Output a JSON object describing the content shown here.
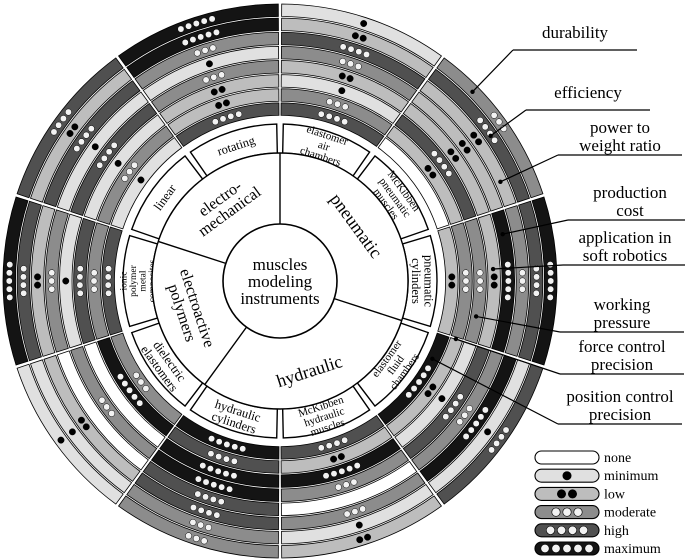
{
  "center_text": [
    "muscles",
    "modeling",
    "instruments"
  ],
  "groups": [
    {
      "id": "pneumatic",
      "label": [
        "pneumatic"
      ]
    },
    {
      "id": "hydraulic",
      "label": [
        "hydraulic"
      ]
    },
    {
      "id": "electroactive",
      "label": [
        "electroactive",
        "polymers"
      ]
    },
    {
      "id": "electromechanical",
      "label": [
        "electro-",
        "mechanical"
      ]
    }
  ],
  "instruments": [
    {
      "group": "pneumatic",
      "label": [
        "elastomer",
        "air",
        "chambers"
      ]
    },
    {
      "group": "pneumatic",
      "label": [
        "McKibben",
        "pneumatic",
        "muscles"
      ]
    },
    {
      "group": "pneumatic",
      "label": [
        "pneumatic",
        "cylinders"
      ]
    },
    {
      "group": "hydraulic",
      "label": [
        "elastomer",
        "fluid",
        "chambers"
      ]
    },
    {
      "group": "hydraulic",
      "label": [
        "McKibben",
        "hydraulic",
        "muscles"
      ]
    },
    {
      "group": "hydraulic",
      "label": [
        "hydraulic",
        "cylinders"
      ]
    },
    {
      "group": "electroactive",
      "label": [
        "dielectric",
        "elastomers"
      ]
    },
    {
      "group": "electroactive",
      "label": [
        "ionic",
        "polymer",
        "metal",
        "composites"
      ]
    },
    {
      "group": "electromechanical",
      "label": [
        "linear"
      ]
    },
    {
      "group": "electromechanical",
      "label": [
        "rotating"
      ]
    }
  ],
  "criteria": [
    {
      "label": [
        "durability"
      ]
    },
    {
      "label": [
        "efficiency"
      ]
    },
    {
      "label": [
        "power to",
        "weight ratio"
      ]
    },
    {
      "label": [
        "production",
        "cost"
      ]
    },
    {
      "label": [
        "application in",
        "soft robotics"
      ]
    },
    {
      "label": [
        "working",
        "pressure"
      ]
    },
    {
      "label": [
        "force control",
        "precision"
      ]
    },
    {
      "label": [
        "position control",
        "precision"
      ]
    }
  ],
  "levels": [
    {
      "label": "none",
      "dots": 0
    },
    {
      "label": "minimum",
      "dots": 1
    },
    {
      "label": "low",
      "dots": 2
    },
    {
      "label": "moderate",
      "dots": 3
    },
    {
      "label": "high",
      "dots": 4
    },
    {
      "label": "maximum",
      "dots": 5
    }
  ],
  "level_colors": [
    "#ffffff",
    "#e0e0e0",
    "#bdbdbd",
    "#8c8c8c",
    "#505050",
    "#141414"
  ],
  "ratings": [
    [
      1,
      2,
      4,
      3,
      2,
      1,
      3,
      4
    ],
    [
      3,
      4,
      2,
      2,
      2,
      4,
      2,
      0
    ],
    [
      5,
      4,
      3,
      5,
      2,
      3,
      3,
      2
    ],
    [
      4,
      1,
      5,
      3,
      4,
      1,
      2,
      5
    ],
    [
      2,
      1,
      3,
      0,
      3,
      5,
      2,
      4
    ],
    [
      3,
      3,
      4,
      4,
      5,
      5,
      4,
      5
    ],
    [
      1,
      1,
      2,
      0,
      3,
      0,
      5,
      3
    ],
    [
      5,
      4,
      2,
      3,
      1,
      4,
      3,
      4
    ],
    [
      4,
      2,
      4,
      1,
      4,
      1,
      3,
      1
    ],
    [
      5,
      5,
      3,
      1,
      3,
      2,
      2,
      4
    ]
  ]
}
